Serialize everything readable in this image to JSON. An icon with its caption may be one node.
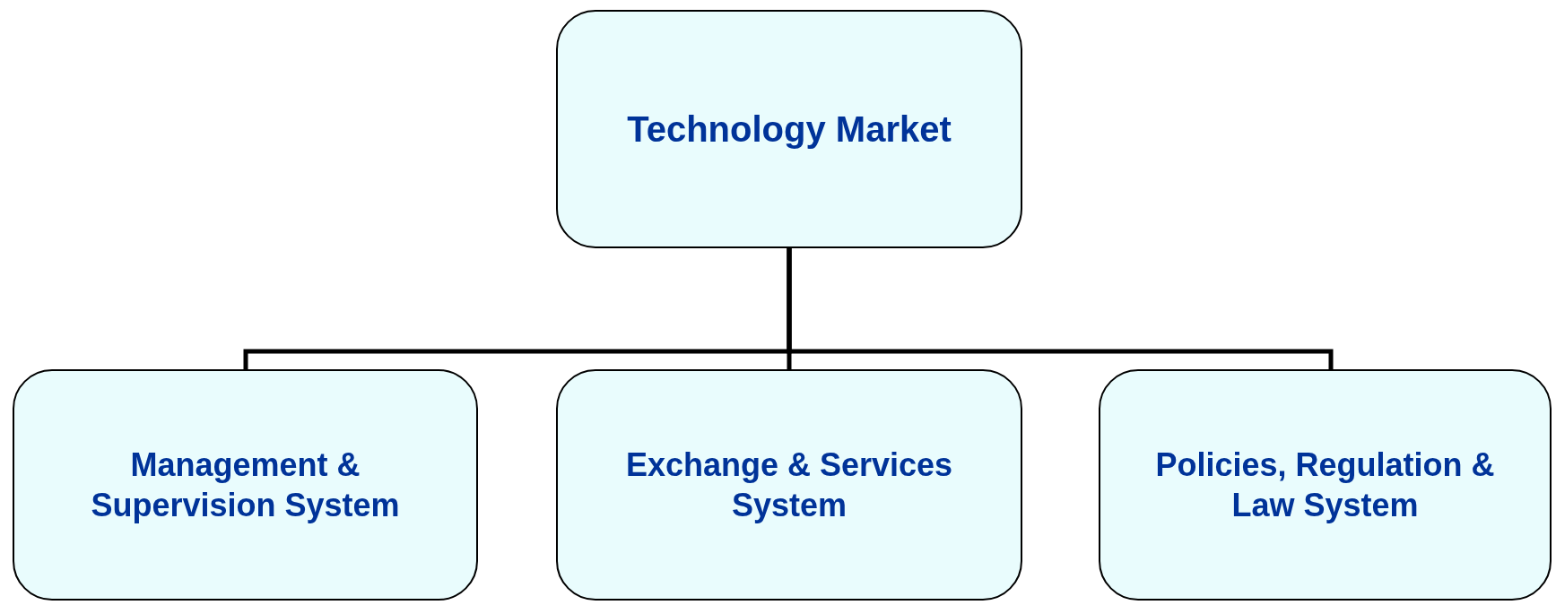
{
  "diagram": {
    "nodes": [
      {
        "text": [
          "Technology Market"
        ]
      },
      {
        "text": [
          "Management & Supervision System"
        ]
      },
      {
        "text": [
          "Exchange & Services System"
        ]
      },
      {
        "text": [
          "Policies, Regulation & Law System"
        ]
      }
    ],
    "edges": [
      {
        "from": 0,
        "to": 1,
        "arrow": "none"
      },
      {
        "from": 0,
        "to": 2,
        "arrow": "none"
      },
      {
        "from": 0,
        "to": 3,
        "arrow": "none"
      }
    ]
  }
}
